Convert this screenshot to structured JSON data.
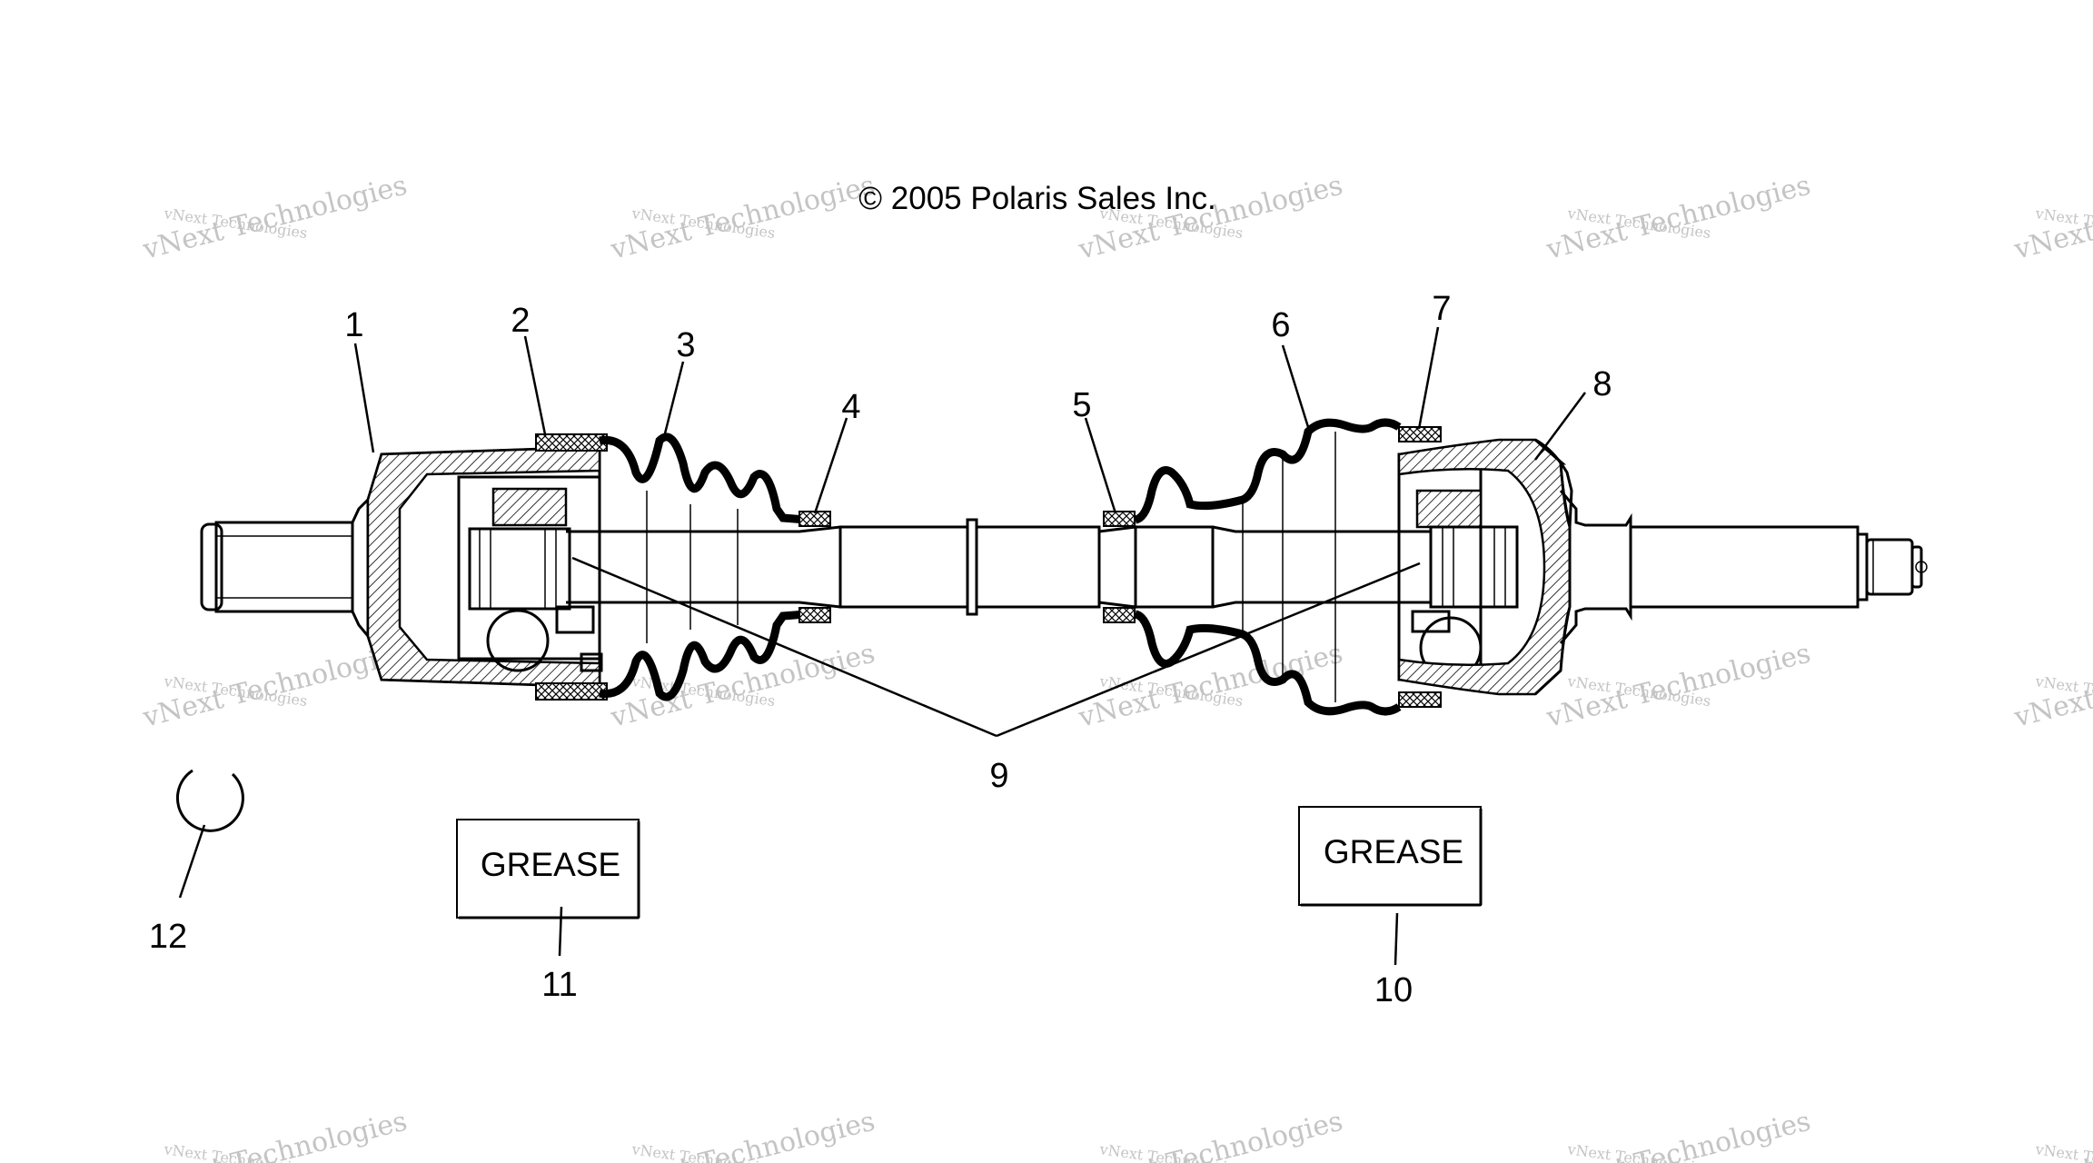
{
  "copyright": "© 2005 Polaris Sales Inc.",
  "watermark": {
    "line1": "vNext Technologies",
    "line2": "vNext Technologies"
  },
  "callouts": [
    {
      "id": "1",
      "label": "1"
    },
    {
      "id": "2",
      "label": "2"
    },
    {
      "id": "3",
      "label": "3"
    },
    {
      "id": "4",
      "label": "4"
    },
    {
      "id": "5",
      "label": "5"
    },
    {
      "id": "6",
      "label": "6"
    },
    {
      "id": "7",
      "label": "7"
    },
    {
      "id": "8",
      "label": "8"
    },
    {
      "id": "9",
      "label": "9"
    },
    {
      "id": "10",
      "label": "10"
    },
    {
      "id": "11",
      "label": "11"
    },
    {
      "id": "12",
      "label": "12"
    }
  ],
  "grease_boxes": [
    {
      "id": "grease-box-left",
      "label": "GREASE"
    },
    {
      "id": "grease-box-right",
      "label": "GREASE"
    }
  ]
}
